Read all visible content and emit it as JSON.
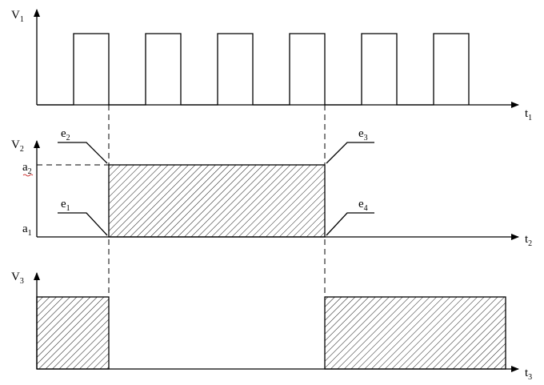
{
  "panel_top": {
    "axis_label": "V",
    "axis_label_sub": "1",
    "time_label": "t",
    "time_label_sub": "1",
    "pulse_count": 6
  },
  "panel_middle": {
    "axis_label": "V",
    "axis_label_sub": "2",
    "time_label": "t",
    "time_label_sub": "2",
    "level_high": "a",
    "level_high_sub": "2",
    "level_low": "a",
    "level_low_sub": "1",
    "edges": [
      {
        "base": "e",
        "sub": "1"
      },
      {
        "base": "e",
        "sub": "2"
      },
      {
        "base": "e",
        "sub": "3"
      },
      {
        "base": "e",
        "sub": "4"
      }
    ]
  },
  "panel_bottom": {
    "axis_label": "V",
    "axis_label_sub": "3",
    "time_label": "t",
    "time_label_sub": "3"
  },
  "colors": {
    "stroke": "#000000",
    "background": "#ffffff"
  }
}
